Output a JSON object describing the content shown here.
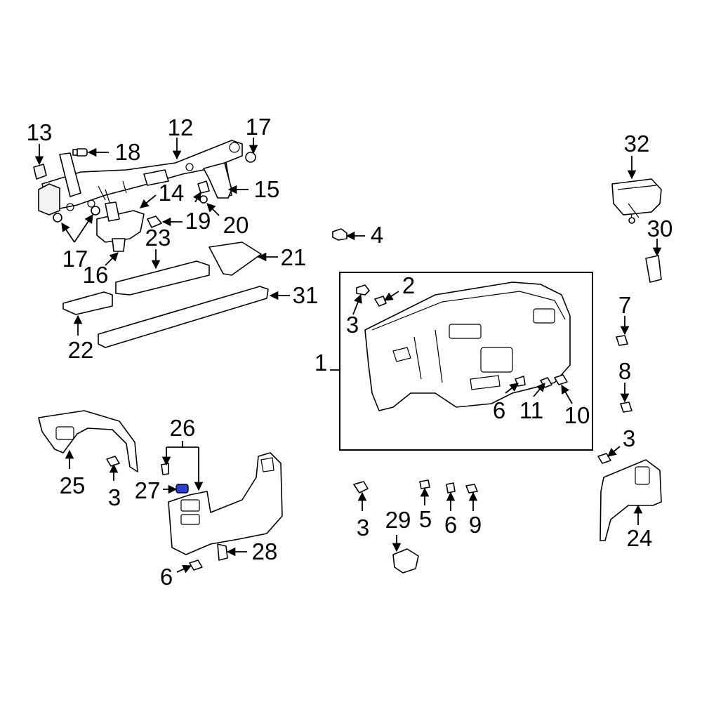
{
  "callouts": [
    {
      "id": "c1",
      "label": "1"
    },
    {
      "id": "c2",
      "label": "2"
    },
    {
      "id": "c3a",
      "label": "3"
    },
    {
      "id": "c3b",
      "label": "3"
    },
    {
      "id": "c3c",
      "label": "3"
    },
    {
      "id": "c3d",
      "label": "3"
    },
    {
      "id": "c4",
      "label": "4"
    },
    {
      "id": "c5",
      "label": "5"
    },
    {
      "id": "c6a",
      "label": "6"
    },
    {
      "id": "c6b",
      "label": "6"
    },
    {
      "id": "c6c",
      "label": "6"
    },
    {
      "id": "c7",
      "label": "7"
    },
    {
      "id": "c8",
      "label": "8"
    },
    {
      "id": "c9",
      "label": "9"
    },
    {
      "id": "c10",
      "label": "10"
    },
    {
      "id": "c11",
      "label": "11"
    },
    {
      "id": "c12",
      "label": "12"
    },
    {
      "id": "c13",
      "label": "13"
    },
    {
      "id": "c14",
      "label": "14"
    },
    {
      "id": "c15",
      "label": "15"
    },
    {
      "id": "c16",
      "label": "16"
    },
    {
      "id": "c17a",
      "label": "17"
    },
    {
      "id": "c17b",
      "label": "17"
    },
    {
      "id": "c18",
      "label": "18"
    },
    {
      "id": "c19",
      "label": "19"
    },
    {
      "id": "c20",
      "label": "20"
    },
    {
      "id": "c21",
      "label": "21"
    },
    {
      "id": "c22",
      "label": "22"
    },
    {
      "id": "c23",
      "label": "23"
    },
    {
      "id": "c24",
      "label": "24"
    },
    {
      "id": "c25",
      "label": "25"
    },
    {
      "id": "c26",
      "label": "26"
    },
    {
      "id": "c27",
      "label": "27"
    },
    {
      "id": "c28",
      "label": "28"
    },
    {
      "id": "c29",
      "label": "29"
    },
    {
      "id": "c30",
      "label": "30"
    },
    {
      "id": "c31",
      "label": "31"
    },
    {
      "id": "c32",
      "label": "32"
    }
  ],
  "highlighted_part": "27",
  "colors": {
    "highlight": "#2b3fd1",
    "line": "#000000",
    "background": "#ffffff"
  }
}
